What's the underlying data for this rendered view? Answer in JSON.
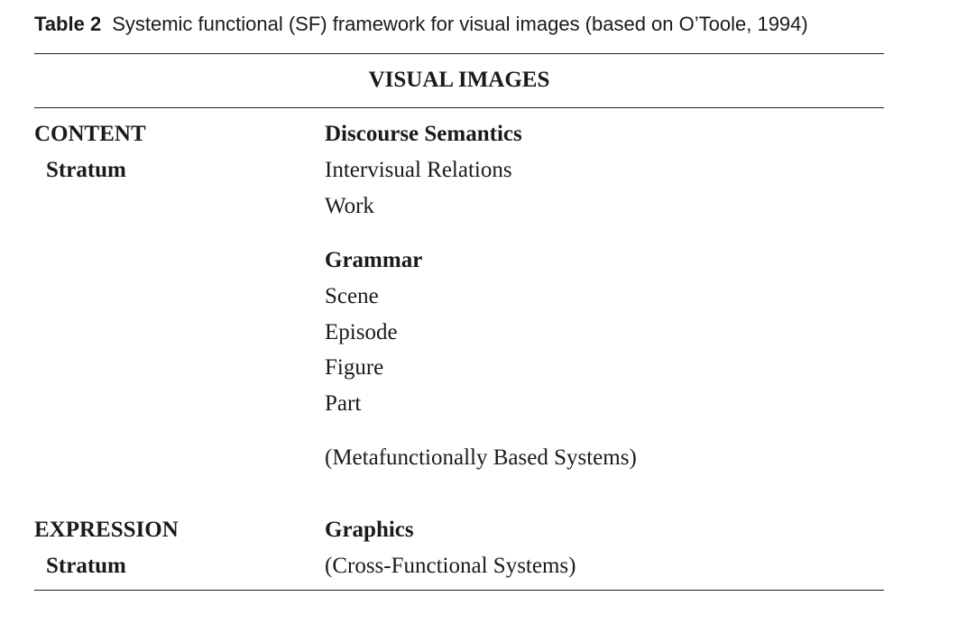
{
  "caption": {
    "label": "Table 2",
    "title": "Systemic functional (SF) framework for visual images (based on O’Toole, 1994)"
  },
  "table": {
    "header": "VISUAL IMAGES",
    "content_stratum": {
      "label_line1": "CONTENT",
      "label_line2": "Stratum",
      "discourse_semantics": {
        "heading": "Discourse Semantics",
        "items": [
          "Intervisual Relations",
          "Work"
        ]
      },
      "grammar": {
        "heading": "Grammar",
        "items": [
          "Scene",
          "Episode",
          "Figure",
          "Part"
        ]
      },
      "note": "(Metafunctionally Based Systems)"
    },
    "expression_stratum": {
      "label_line1": "EXPRESSION",
      "label_line2": "Stratum",
      "heading": "Graphics",
      "note": "(Cross-Functional Systems)"
    }
  }
}
